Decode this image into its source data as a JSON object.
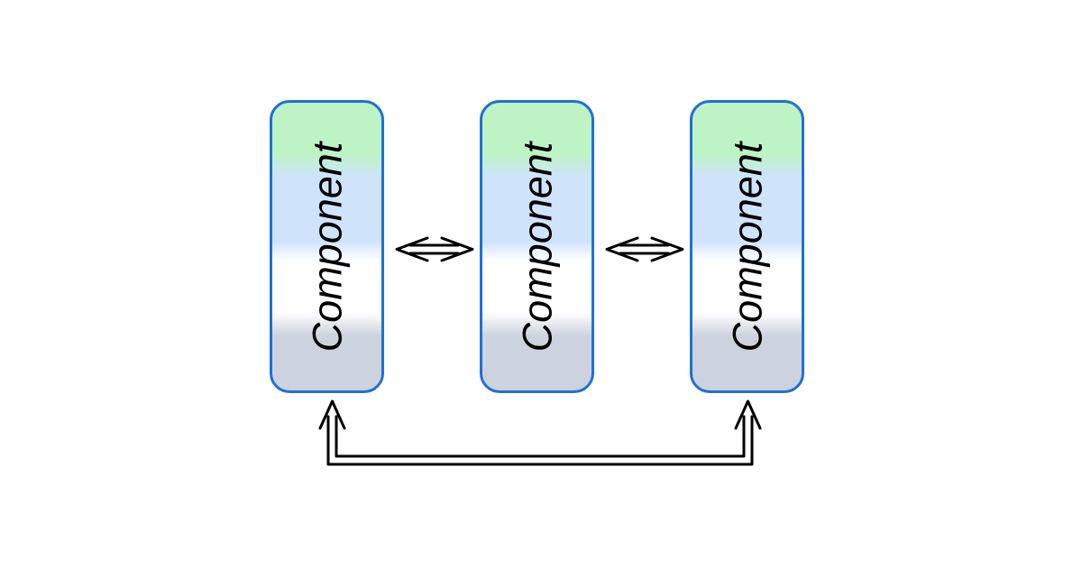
{
  "components": [
    {
      "label": "Component"
    },
    {
      "label": "Component"
    },
    {
      "label": "Component"
    }
  ],
  "colors": {
    "border": "#1f70d6",
    "band_top": "#bdf3c5",
    "band_upper": "#cfe3fb",
    "band_middle": "#ffffff",
    "band_bottom": "#cdd3de",
    "connector": "#000000"
  },
  "connections": [
    {
      "from": 1,
      "to": 2,
      "type": "bidirectional-double-arrow"
    },
    {
      "from": 2,
      "to": 3,
      "type": "bidirectional-double-arrow"
    },
    {
      "from": 1,
      "to": 3,
      "type": "bidirectional-double-arrow"
    }
  ]
}
